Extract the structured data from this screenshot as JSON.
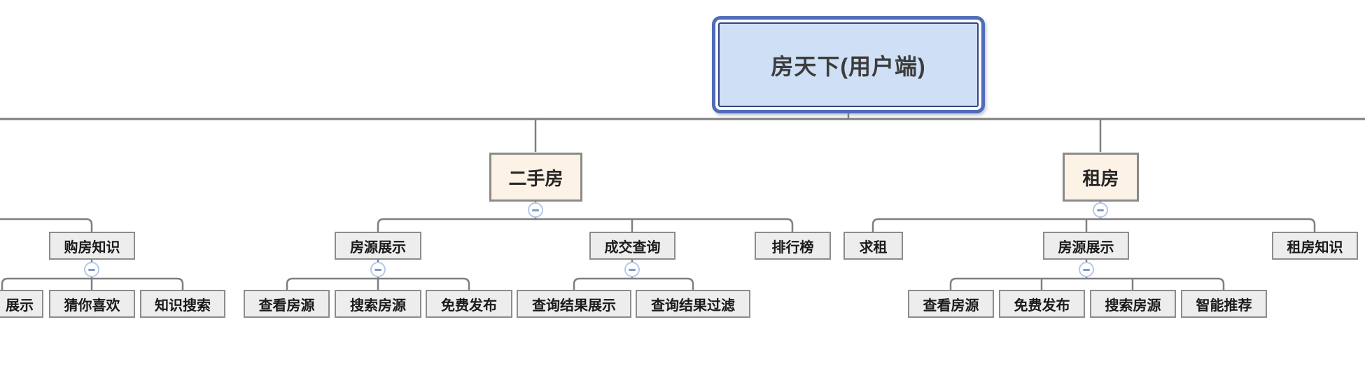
{
  "app": {
    "view": "mindmap-canvas"
  },
  "colors": {
    "root_fill": "#cfe0f6",
    "root_border": "#4f6cb9",
    "root_inner_border": "#30457c",
    "branch_fill": "#fdf2e6",
    "branch_border": "#8a8a88",
    "topic_fill": "#ededed",
    "topic_border": "#8c8c8c",
    "connector": "#7f7f7f",
    "collapse_ring": "#b5c8e9",
    "collapse_dash": "#8199c4"
  },
  "mindmap": {
    "root": {
      "label": "房天下(用户端)"
    },
    "left_branch": {
      "node": {
        "label": "购房知识"
      },
      "children": [
        {
          "label": "展示"
        },
        {
          "label": "猜你喜欢"
        },
        {
          "label": "知识搜索"
        }
      ]
    },
    "second_hand": {
      "node": {
        "label": "二手房"
      },
      "children": [
        {
          "label": "房源展示",
          "children": [
            {
              "label": "查看房源"
            },
            {
              "label": "搜索房源"
            },
            {
              "label": "免费发布"
            }
          ]
        },
        {
          "label": "成交查询",
          "children": [
            {
              "label": "查询结果展示"
            },
            {
              "label": "查询结果过滤"
            }
          ]
        },
        {
          "label": "排行榜"
        }
      ]
    },
    "rent": {
      "node": {
        "label": "租房"
      },
      "children": [
        {
          "label": "求租"
        },
        {
          "label": "房源展示",
          "children": [
            {
              "label": "查看房源"
            },
            {
              "label": "免费发布"
            },
            {
              "label": "搜索房源"
            },
            {
              "label": "智能推荐"
            }
          ]
        },
        {
          "label": "租房知识"
        }
      ]
    }
  }
}
